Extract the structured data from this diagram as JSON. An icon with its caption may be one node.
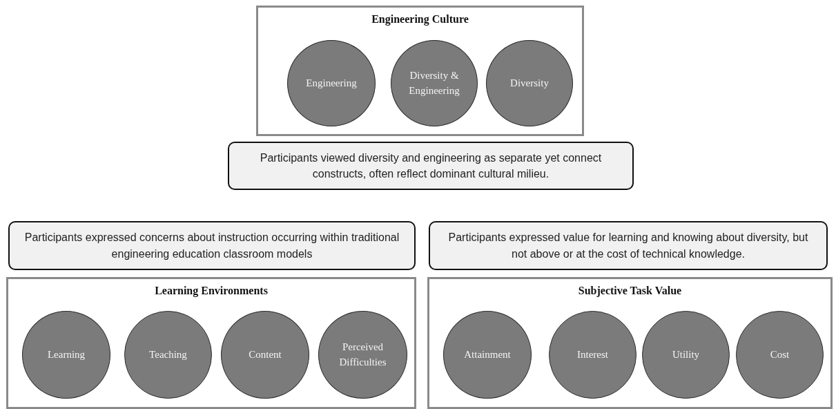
{
  "diagram": {
    "nodes": [
      {
        "text": [
          "Engineering Culture"
        ]
      },
      {
        "text": [
          "Engineering"
        ],
        "in": 0
      },
      {
        "text": [
          "Diversity & Engineering"
        ],
        "in": 0
      },
      {
        "text": [
          "Diversity"
        ],
        "in": 0
      },
      {
        "text": [
          "Participants viewed diversity and engineering as separate yet connect constructs, often reflect dominant cultural milieu."
        ]
      },
      {
        "text": [
          "Participants expressed concerns about instruction occurring within traditional engineering education classroom models"
        ]
      },
      {
        "text": [
          "Learning Environments"
        ]
      },
      {
        "text": [
          "Learning"
        ],
        "in": 6
      },
      {
        "text": [
          "Teaching"
        ],
        "in": 6
      },
      {
        "text": [
          "Content"
        ],
        "in": 6
      },
      {
        "text": [
          "Perceived Difficulties"
        ],
        "in": 6
      },
      {
        "text": [
          "Participants expressed value for learning and knowing about diversity, but not above or at the cost of technical knowledge."
        ]
      },
      {
        "text": [
          "Subjective Task Value"
        ]
      },
      {
        "text": [
          "Attainment"
        ],
        "in": 12
      },
      {
        "text": [
          "Interest"
        ],
        "in": 12
      },
      {
        "text": [
          "Utility"
        ],
        "in": 12
      },
      {
        "text": [
          "Cost"
        ],
        "in": 12
      }
    ]
  }
}
